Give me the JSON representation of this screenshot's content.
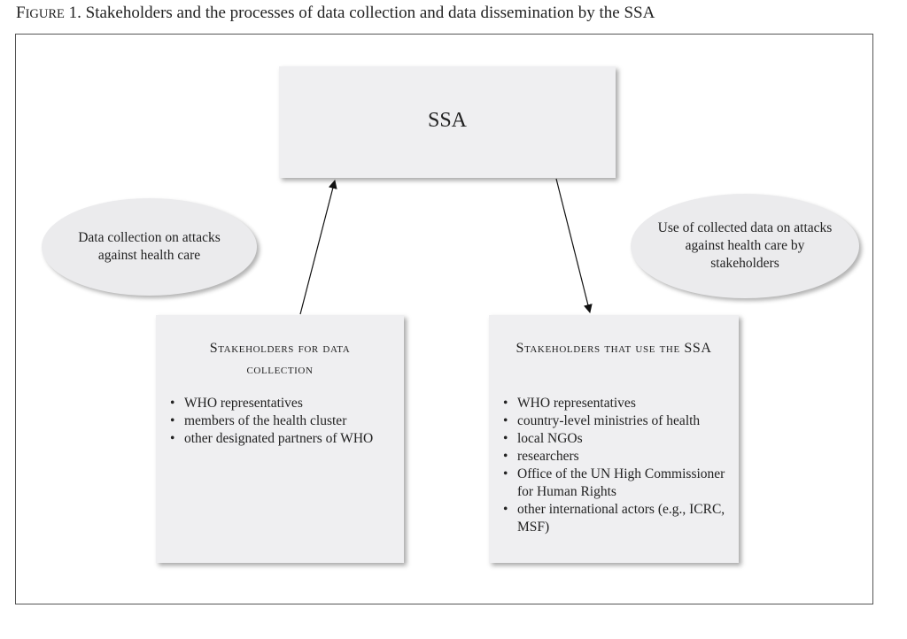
{
  "caption": {
    "figure_first": "F",
    "figure_rest": "IGURE",
    "figure_text": " 1. Stakeholders and the processes of data collection and data dissemination by the SSA"
  },
  "center": {
    "label": "SSA"
  },
  "left_ellipse": {
    "text": "Data collection on attacks against health care"
  },
  "right_ellipse": {
    "text": "Use of collected data on attacks against health care by stakeholders"
  },
  "left_box": {
    "title": "Stakeholders for data collection",
    "items": [
      "WHO representatives",
      "members of the health cluster",
      "other designated partners of WHO"
    ]
  },
  "right_box": {
    "title": "Stakeholders that use the SSA",
    "items": [
      "WHO representatives",
      "country-level ministries of health",
      "local NGOs",
      "researchers",
      "Office of the UN High Commissioner for Human Rights",
      "other international actors (e.g., ICRC, MSF)"
    ]
  }
}
